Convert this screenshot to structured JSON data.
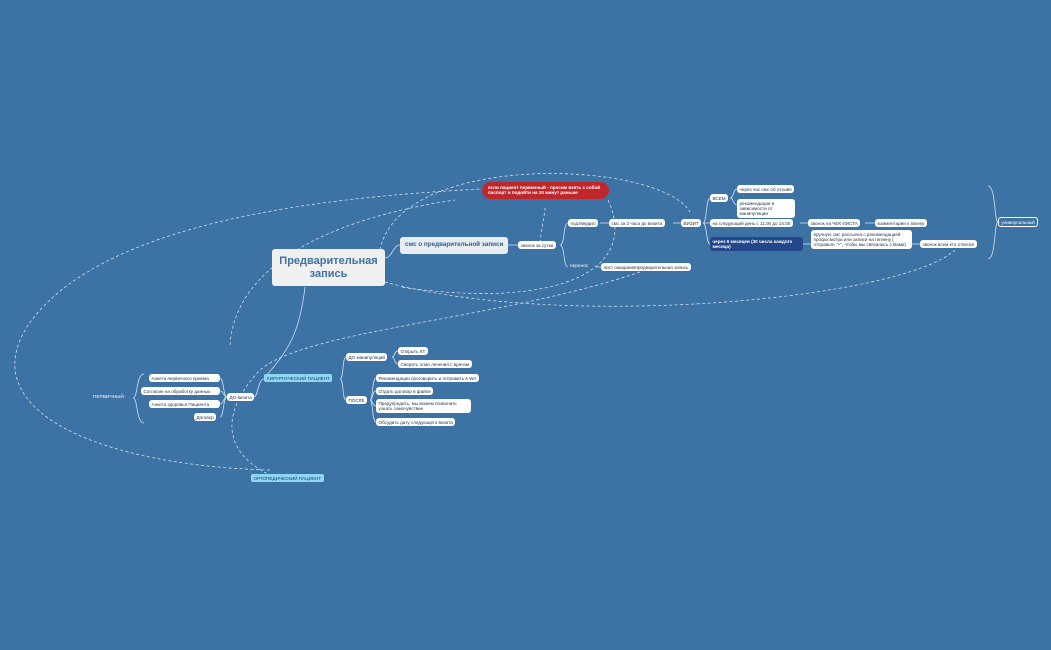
{
  "root": {
    "label": "Предварительная запись"
  },
  "branch": {
    "label": "смс о предварительной записи"
  },
  "call": {
    "label": "звонок за сутки"
  },
  "confirm": {
    "label": "подтвердил"
  },
  "sms2h": {
    "label": "смс за 2 часа до визита"
  },
  "visit": {
    "label": "ВИЗИТ"
  },
  "all": {
    "label": "ВСЕМ"
  },
  "review": {
    "label": "через час смс об отзыве"
  },
  "recommend": {
    "label": "рекомендации в зависимости от манипуляции"
  },
  "nextday": {
    "label": "на следующий день с 11.00 до 14.00"
  },
  "checklist": {
    "label": "звонок на ЧЕК-ЛИСТА"
  },
  "comment": {
    "label": "комментарии к звонку"
  },
  "sixmonths": {
    "label": "через 6 месяцев (30 числа каждого месяца)"
  },
  "manual": {
    "label": "вручную смс рассылка с рекомендацией профосмотра или записи на гигиену ( отправьте \"+\", чтобы мы связались с Вами)"
  },
  "callall": {
    "label": "звонок всем кто ответил"
  },
  "universal": {
    "label": "универсальный"
  },
  "primary_note": {
    "label": "если пациент первичный - просим взять с собой паспорт и подойти на 20 минут раньше"
  },
  "reschedule": {
    "label": "перенос"
  },
  "waitlist": {
    "label": "лист ожиданияпредварительная запись"
  },
  "surgical": {
    "label": "ХИРУРГИЧЕСКИЙ ПАЦИЕНТ"
  },
  "before_manip": {
    "label": "ДО манипуляций"
  },
  "open_ct": {
    "label": "Открыть КТ"
  },
  "treatment_plan": {
    "label": "Сверить план лечения с врачом"
  },
  "after": {
    "label": "ПОСЛЕ"
  },
  "after_items": [
    "Рекомендации проговорить и отправить в WA",
    "Отдать договор в файле",
    "Предупредить, мы можем позвонить узнать самочувствие",
    "Обсудить дату следующего визита"
  ],
  "before_visit": {
    "label": "ДО визита"
  },
  "before_visit_items": [
    "Анкета первичного приема",
    "Согласие на обработку данных",
    "Анкета здоровья Пациента",
    "Договор"
  ],
  "primary": {
    "label": "ПЕРВИЧНЫЙ"
  },
  "ortho": {
    "label": "ОРТОПЕДИЧЕСКИЙ ПАЦИЕНТ"
  },
  "colors": {
    "background": "#3d72a4",
    "accent_red": "#c0272d",
    "navy": "#23478a",
    "cyan": "#8fd6f5"
  }
}
